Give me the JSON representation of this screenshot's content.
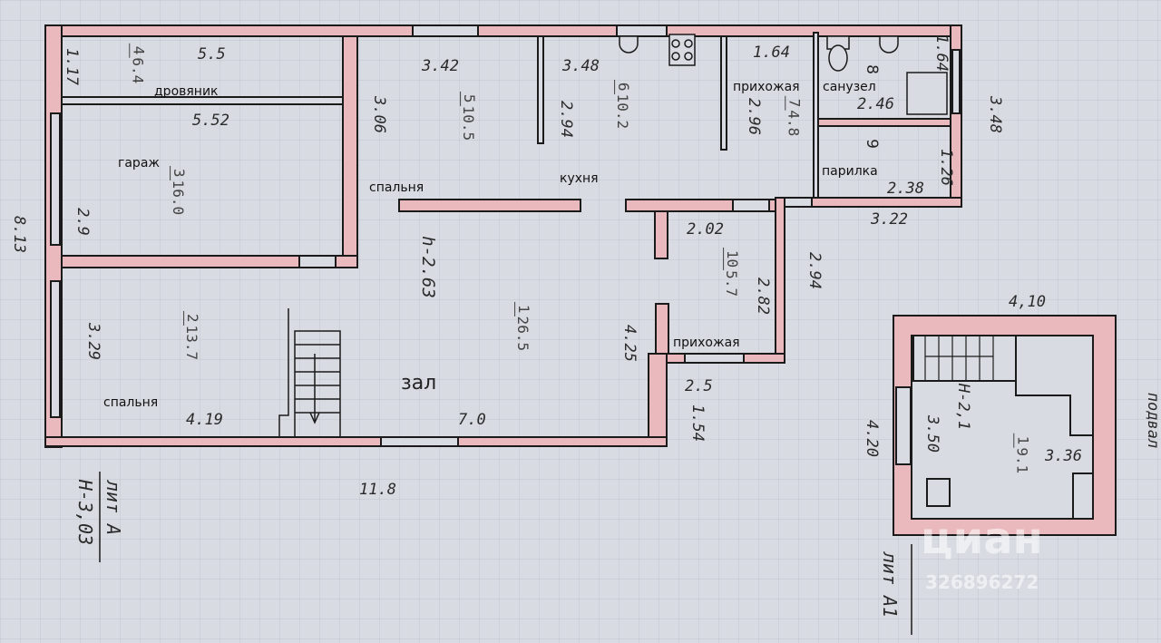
{
  "colors": {
    "wall": "#e9b9bd",
    "line": "#1a1a1a",
    "paper": "#d8dce2"
  },
  "rooms": [
    {
      "num": "4",
      "area": "6.4",
      "name": "дровяник"
    },
    {
      "num": "3",
      "area": "16.0",
      "name": "гараж"
    },
    {
      "num": "5",
      "area": "10.5",
      "name": "спальня"
    },
    {
      "num": "6",
      "area": "10.2",
      "name": "кухня"
    },
    {
      "num": "7",
      "area": "4.8",
      "name": "прихожая"
    },
    {
      "num": "8",
      "area": "",
      "name": "санузел"
    },
    {
      "num": "9",
      "area": "",
      "name": "парилка"
    },
    {
      "num": "10",
      "area": "5.7",
      "name": "прихожая"
    },
    {
      "num": "2",
      "area": "13.7",
      "name": "спальня"
    },
    {
      "num": "1",
      "area": "26.5",
      "name": "зал"
    }
  ],
  "dims": [
    "5.5",
    "1.17",
    "5.52",
    "2.9",
    "8.13",
    "3.42",
    "3.06",
    "3.48",
    "2.94",
    "1.64",
    "2.96",
    "1.64",
    "2.46",
    "3.48",
    "1.26",
    "2.38",
    "3.22",
    "2.02",
    "2.82",
    "2.94",
    "4.25",
    "2.5",
    "1.54",
    "7.0",
    "4.19",
    "3.29",
    "11.8"
  ],
  "height_main": "h-2.63",
  "lit_a": {
    "title": "лит А",
    "height": "Н-3,03"
  },
  "annex": {
    "num": "1",
    "area": "9.1",
    "height": "Н-2,1",
    "dims": [
      "4,10",
      "4.20",
      "3.50",
      "3.36"
    ],
    "label": "подвал",
    "title": "лит А1"
  },
  "watermark": {
    "brand": "циан",
    "id": "326896272"
  }
}
